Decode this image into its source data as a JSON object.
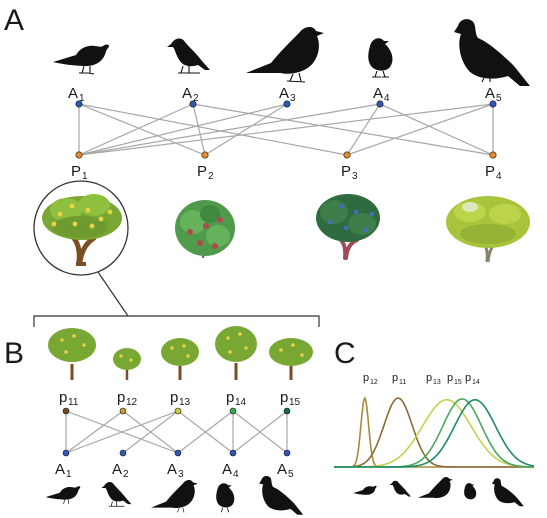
{
  "panels": {
    "a": "A",
    "b": "B",
    "c": "C"
  },
  "panel_a": {
    "animals": [
      {
        "base": "A",
        "sub": "1"
      },
      {
        "base": "A",
        "sub": "2"
      },
      {
        "base": "A",
        "sub": "3"
      },
      {
        "base": "A",
        "sub": "4"
      },
      {
        "base": "A",
        "sub": "5"
      }
    ],
    "plants": [
      {
        "base": "P",
        "sub": "1",
        "color": "#e48b2b"
      },
      {
        "base": "P",
        "sub": "2",
        "color": "#e48b2b"
      },
      {
        "base": "P",
        "sub": "3",
        "color": "#e48b2b"
      },
      {
        "base": "P",
        "sub": "4",
        "color": "#e48b2b"
      }
    ],
    "animal_color": "#2f57b5",
    "edges": [
      [
        1,
        1
      ],
      [
        1,
        2
      ],
      [
        1,
        3
      ],
      [
        2,
        1
      ],
      [
        2,
        2
      ],
      [
        2,
        4
      ],
      [
        3,
        1
      ],
      [
        3,
        2
      ],
      [
        4,
        1
      ],
      [
        4,
        3
      ],
      [
        4,
        4
      ],
      [
        5,
        1
      ],
      [
        5,
        3
      ],
      [
        5,
        4
      ]
    ]
  },
  "panel_b": {
    "plants": [
      {
        "base": "p",
        "sub": "11",
        "color": "#6e4a22"
      },
      {
        "base": "p",
        "sub": "12",
        "color": "#c99a32"
      },
      {
        "base": "p",
        "sub": "13",
        "color": "#c7cf36"
      },
      {
        "base": "p",
        "sub": "14",
        "color": "#3aa84a"
      },
      {
        "base": "p",
        "sub": "15",
        "color": "#1a6b45"
      }
    ],
    "animals": [
      {
        "base": "A",
        "sub": "1"
      },
      {
        "base": "A",
        "sub": "2"
      },
      {
        "base": "A",
        "sub": "3"
      },
      {
        "base": "A",
        "sub": "4"
      },
      {
        "base": "A",
        "sub": "5"
      }
    ],
    "animal_color": "#2f57b5",
    "edges": [
      [
        1,
        1
      ],
      [
        1,
        3
      ],
      [
        2,
        1
      ],
      [
        2,
        3
      ],
      [
        3,
        1
      ],
      [
        3,
        2
      ],
      [
        3,
        4
      ],
      [
        4,
        3
      ],
      [
        4,
        4
      ],
      [
        4,
        5
      ],
      [
        5,
        4
      ],
      [
        5,
        5
      ]
    ]
  },
  "chart_data": {
    "type": "line",
    "title": "",
    "xlabel": "",
    "ylabel": "",
    "series": [
      {
        "name": "p12",
        "color": "#a88a3c",
        "mean": -2.6,
        "sd": 0.15,
        "peak": 0.84
      },
      {
        "name": "p11",
        "color": "#8a6a35",
        "mean": -1.3,
        "sd": 0.55,
        "peak": 0.84
      },
      {
        "name": "p13",
        "color": "#c7d04a",
        "mean": 0.6,
        "sd": 0.95,
        "peak": 0.82
      },
      {
        "name": "p15",
        "color": "#47a85d",
        "mean": 1.2,
        "sd": 0.75,
        "peak": 0.83
      },
      {
        "name": "p14",
        "color": "#1f8b68",
        "mean": 1.7,
        "sd": 0.8,
        "peak": 0.82
      }
    ],
    "labels": [
      {
        "base": "p",
        "sub": "12"
      },
      {
        "base": "p",
        "sub": "11"
      },
      {
        "base": "p",
        "sub": "13"
      },
      {
        "base": "p",
        "sub": "15"
      },
      {
        "base": "p",
        "sub": "14"
      }
    ],
    "xlim": [
      -3.8,
      4.0
    ],
    "ylim": [
      0,
      1
    ]
  }
}
